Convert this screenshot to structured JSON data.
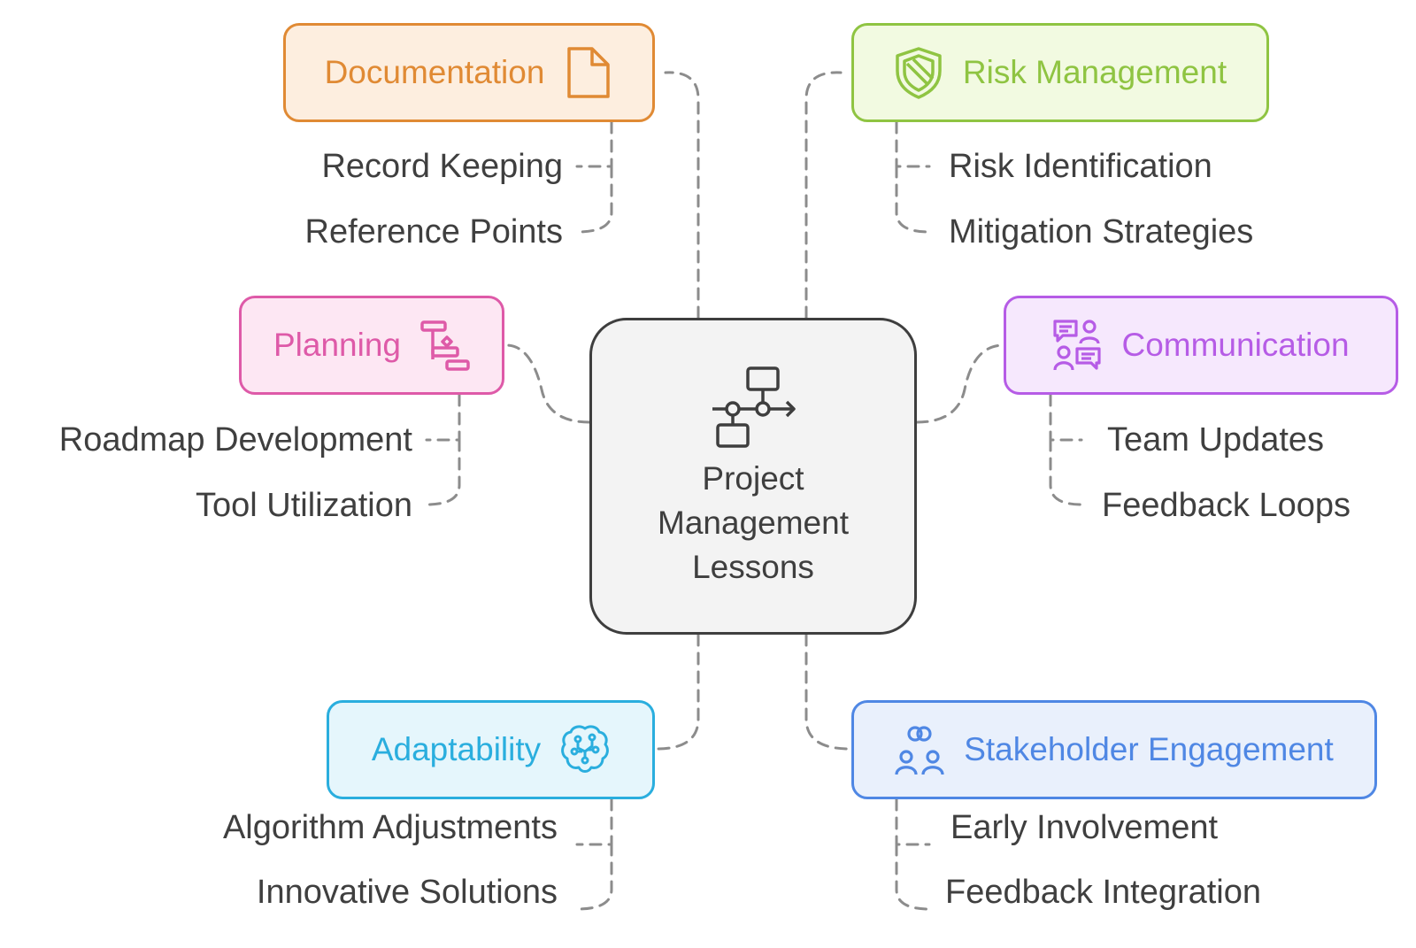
{
  "center": {
    "title": "Project Management Lessons",
    "icon": "workflow-icon"
  },
  "branches": {
    "documentation": {
      "label": "Documentation",
      "icon": "document-icon",
      "color": "#e08a34",
      "fill": "#fdeedf",
      "items": [
        "Record Keeping",
        "Reference Points"
      ]
    },
    "risk": {
      "label": "Risk Management",
      "icon": "shield-icon",
      "color": "#8fc442",
      "fill": "#f2fae1",
      "items": [
        "Risk Identification",
        "Mitigation Strategies"
      ]
    },
    "planning": {
      "label": "Planning",
      "icon": "gantt-icon",
      "color": "#de5aa8",
      "fill": "#fde7f3",
      "items": [
        "Roadmap Development",
        "Tool Utilization"
      ]
    },
    "communication": {
      "label": "Communication",
      "icon": "chat-people-icon",
      "color": "#b65ce6",
      "fill": "#f6e8fd",
      "items": [
        "Team Updates",
        "Feedback Loops"
      ]
    },
    "adaptability": {
      "label": "Adaptability",
      "icon": "brain-circuit-icon",
      "color": "#2aaede",
      "fill": "#e5f6fc",
      "items": [
        "Algorithm Adjustments",
        "Innovative Solutions"
      ]
    },
    "stakeholder": {
      "label": "Stakeholder Engagement",
      "icon": "people-link-icon",
      "color": "#4f87e4",
      "fill": "#e9f0fc",
      "items": [
        "Early Involvement",
        "Feedback Integration"
      ]
    }
  }
}
